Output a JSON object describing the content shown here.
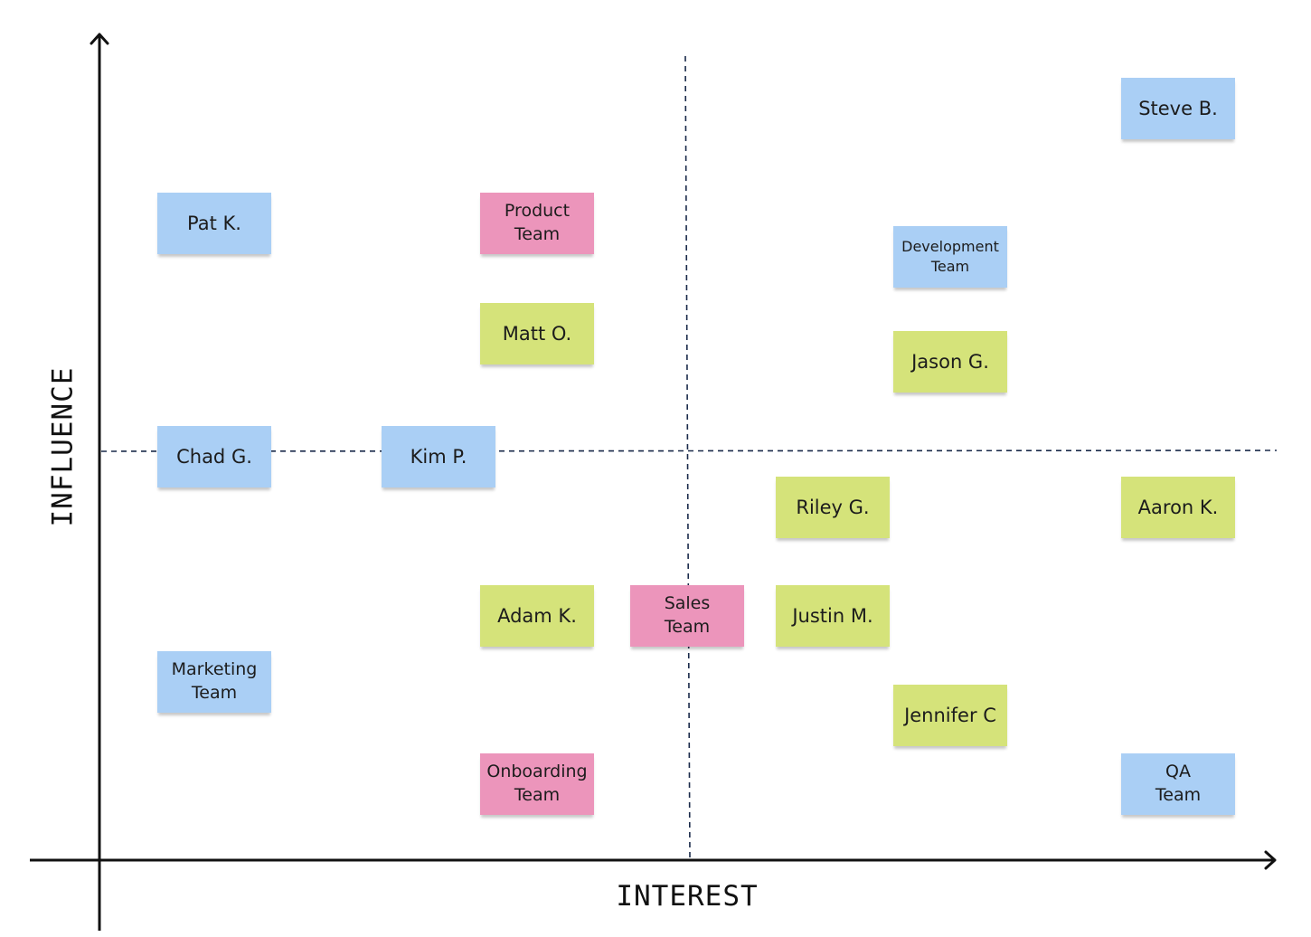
{
  "axes": {
    "x_label": "INTEREST",
    "y_label": "INFLUENCE"
  },
  "colors": {
    "blue": "#aacff5",
    "green": "#d5e37a",
    "pink": "#ec95bb",
    "axis": "#111111",
    "divider": "#1a2a4a"
  },
  "notes": [
    {
      "id": "steve-b",
      "label": "Steve B.",
      "color": "blue"
    },
    {
      "id": "pat-k",
      "label": "Pat K.",
      "color": "blue"
    },
    {
      "id": "product-team",
      "label": "Product\nTeam",
      "color": "pink"
    },
    {
      "id": "development-team",
      "label": "Development\nTeam",
      "color": "blue"
    },
    {
      "id": "matt-o",
      "label": "Matt O.",
      "color": "green"
    },
    {
      "id": "jason-g",
      "label": "Jason G.",
      "color": "green"
    },
    {
      "id": "chad-g",
      "label": "Chad G.",
      "color": "blue"
    },
    {
      "id": "kim-p",
      "label": "Kim P.",
      "color": "blue"
    },
    {
      "id": "riley-g",
      "label": "Riley G.",
      "color": "green"
    },
    {
      "id": "aaron-k",
      "label": "Aaron K.",
      "color": "green"
    },
    {
      "id": "adam-k",
      "label": "Adam K.",
      "color": "green"
    },
    {
      "id": "sales-team",
      "label": "Sales\nTeam",
      "color": "pink"
    },
    {
      "id": "justin-m",
      "label": "Justin M.",
      "color": "green"
    },
    {
      "id": "marketing-team",
      "label": "Marketing\nTeam",
      "color": "blue"
    },
    {
      "id": "jennifer-c",
      "label": "Jennifer C",
      "color": "green"
    },
    {
      "id": "onboarding-team",
      "label": "Onboarding\nTeam",
      "color": "pink"
    },
    {
      "id": "qa-team",
      "label": "QA\nTeam",
      "color": "blue"
    }
  ]
}
